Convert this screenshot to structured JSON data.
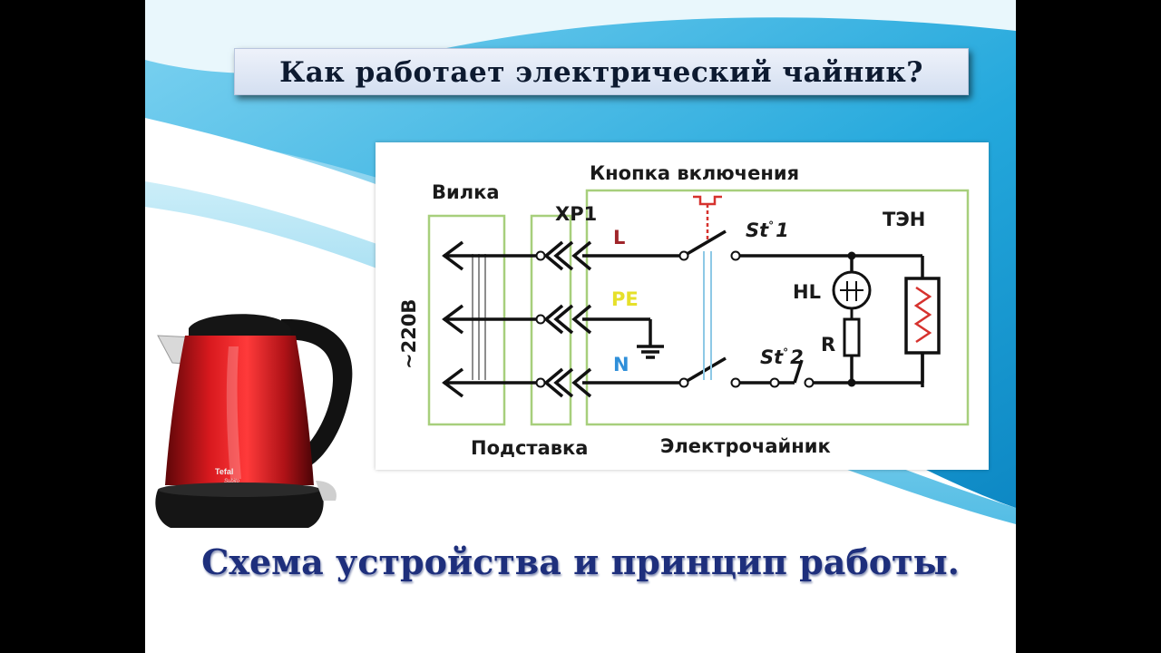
{
  "title": "Как работает электрический чайник?",
  "subtitle": "Схема устройства и принцип работы.",
  "diagram": {
    "label_button": "Кнопка включения",
    "label_plug": "Вилка",
    "label_xp1": "XP1",
    "label_l": "L",
    "label_pe": "PE",
    "label_n": "N",
    "label_st1_pre": "St",
    "label_st1_num": "1",
    "label_st2_pre": "St",
    "label_st2_num": "2",
    "label_degree": "°",
    "label_heater": "ТЭН",
    "label_hl": "HL",
    "label_r": "R",
    "label_voltage": "~220В",
    "label_stand": "Подставка",
    "label_kettle": "Электрочайник"
  },
  "kettle": {
    "brand": "Tefal",
    "model": "Subito"
  },
  "colors": {
    "swoosh_blue": "#1fa3d8",
    "frame_green": "#a7cf7c",
    "label_red": "#a0252a",
    "label_yellow": "#e6e02a",
    "label_blue": "#2f8fd9",
    "kettle_red": "#c8151b",
    "title_text": "#0d1a30",
    "subtitle_text": "#1e2f7c"
  }
}
